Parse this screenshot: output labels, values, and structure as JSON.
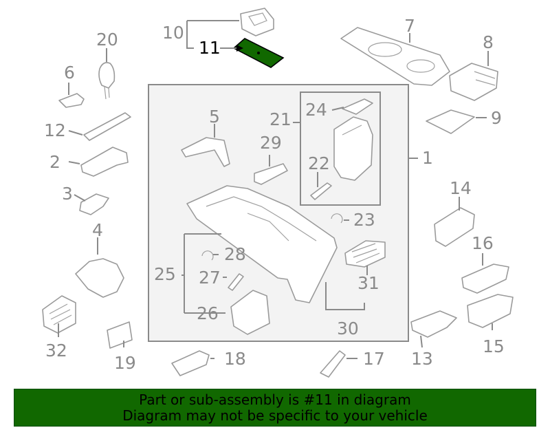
{
  "highlight_color": "#116800",
  "banner": {
    "line1": "Part or sub-assembly is #11 in diagram",
    "line2": "Diagram may not be specific to your vehicle"
  },
  "callouts": {
    "c1": "1",
    "c2": "2",
    "c3": "3",
    "c4": "4",
    "c5": "5",
    "c6": "6",
    "c7": "7",
    "c8": "8",
    "c9": "9",
    "c10": "10",
    "c11": "11",
    "c12": "12",
    "c13": "13",
    "c14": "14",
    "c15": "15",
    "c16": "16",
    "c17": "17",
    "c18": "18",
    "c19": "19",
    "c20": "20",
    "c21": "21",
    "c22": "22",
    "c23": "23",
    "c24": "24",
    "c25": "25",
    "c26": "26",
    "c27": "27",
    "c28": "28",
    "c29": "29",
    "c30": "30",
    "c31": "31",
    "c32": "32"
  }
}
